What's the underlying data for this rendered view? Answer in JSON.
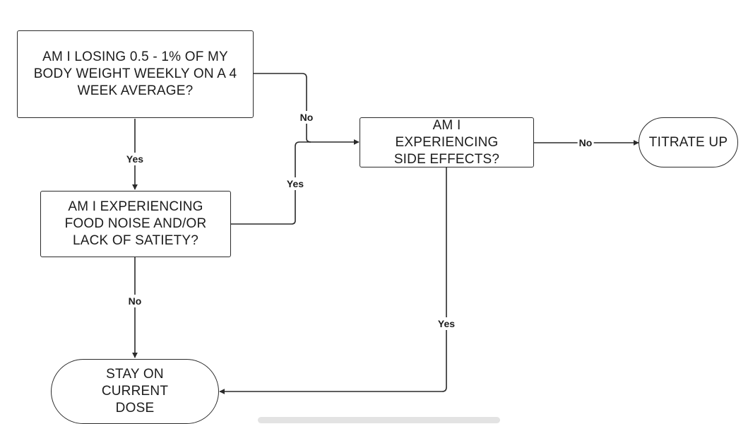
{
  "nodes": {
    "q_weight_loss": "AM I LOSING 0.5 - 1% OF MY BODY WEIGHT WEEKLY ON A 4 WEEK AVERAGE?",
    "q_food_noise": "AM I EXPERIENCING FOOD NOISE AND/OR LACK OF SATIETY?",
    "q_side_effects": "AM I EXPERIENCING SIDE EFFECTS?",
    "end_titrate_up": "TITRATE UP",
    "end_stay_dose": "STAY ON CURRENT DOSE"
  },
  "edges": {
    "weight_to_food": "Yes",
    "weight_to_side": "No",
    "food_to_side": "Yes",
    "side_to_titrate": "No",
    "food_to_stay": "No",
    "side_to_stay": "Yes"
  },
  "colors": {
    "line": "#2a2a2a",
    "background": "#ffffff"
  }
}
